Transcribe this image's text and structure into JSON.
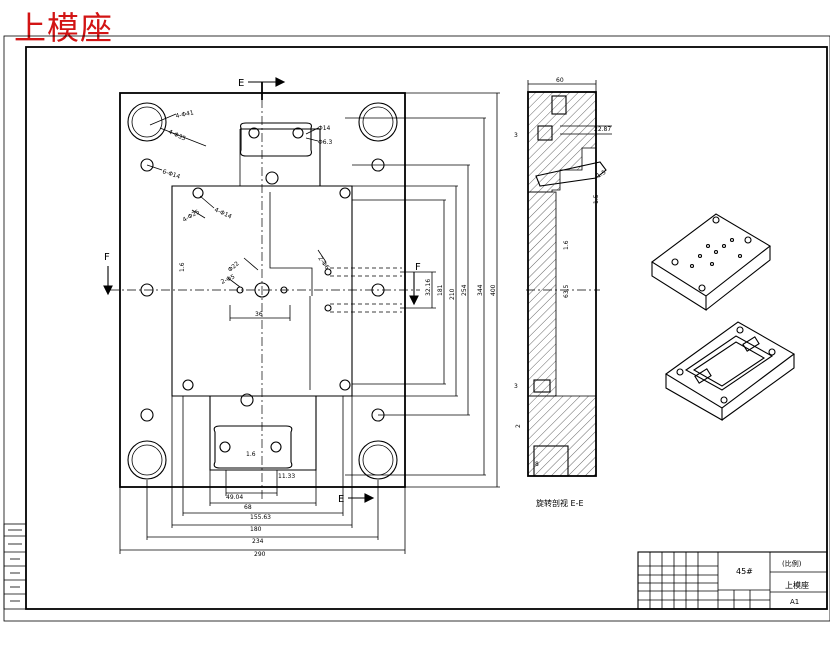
{
  "page_title": "上模座",
  "view_markers": {
    "section_E": "E",
    "section_F": "F"
  },
  "plan_view": {
    "hole_notes": [
      "4-Φ41",
      "4-Φ35",
      "6-Φ14",
      "4-Φ25",
      "4-Φ14",
      "Φ14",
      "Φ6.3",
      "Φ22",
      "2-Φ5",
      "2-Φ6",
      "1.6"
    ],
    "dims_bottom": [
      "49.04",
      "68",
      "155.63",
      "180",
      "234",
      "290"
    ],
    "dims_right": [
      "32.16",
      "181",
      "210",
      "254",
      "344",
      "400"
    ],
    "small_dims": [
      "36",
      "1.6",
      "11.33"
    ]
  },
  "section_view": {
    "top_dim": "60",
    "dims": [
      "3",
      "22.87",
      "1.5",
      "1.6",
      "1.5",
      "63.5",
      "3",
      "2",
      "8"
    ],
    "label": "旋转剖视 E-E"
  },
  "title_block": {
    "material": "45#",
    "part_name": "上模座",
    "scale": "(比例)",
    "sheet": "A1"
  }
}
